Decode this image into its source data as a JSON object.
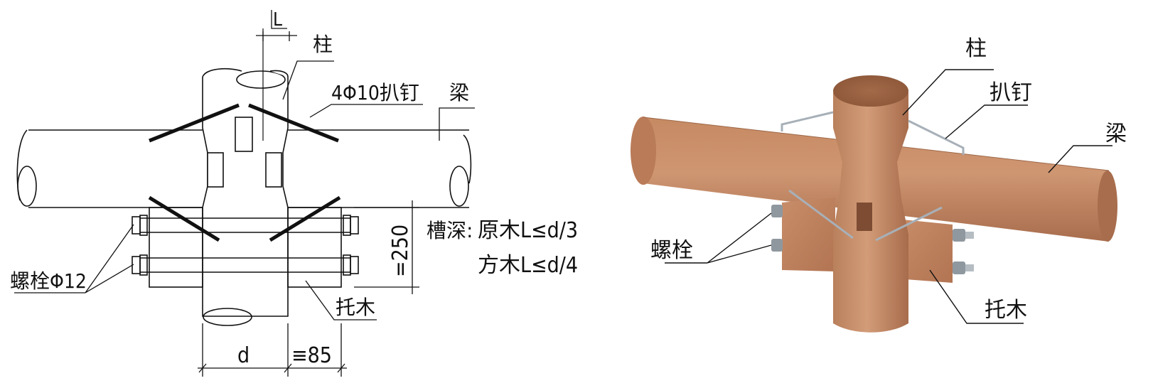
{
  "drawing": {
    "column_label": "柱",
    "nail_label": "4Φ10扒钉",
    "beam_label": "梁",
    "bolt_label": "螺栓Φ12",
    "support_label": "托木",
    "groove_depth_label": "槽深:",
    "round_timber_rule": "原木L≤d/3",
    "square_timber_rule": "方木L≤d/4",
    "dim_top": "L",
    "dim_height": "=250",
    "dim_diameter": "d",
    "dim_width": "≡85"
  },
  "render": {
    "column_label": "柱",
    "nail_label": "扒钉",
    "beam_label": "梁",
    "bolt_label": "螺栓",
    "support_label": "托木"
  },
  "colors": {
    "line": "#111111",
    "wood_light": "#c98d68",
    "wood_mid": "#b87755",
    "wood_dark": "#8f5a3d",
    "steel": "#9aa3ab"
  }
}
